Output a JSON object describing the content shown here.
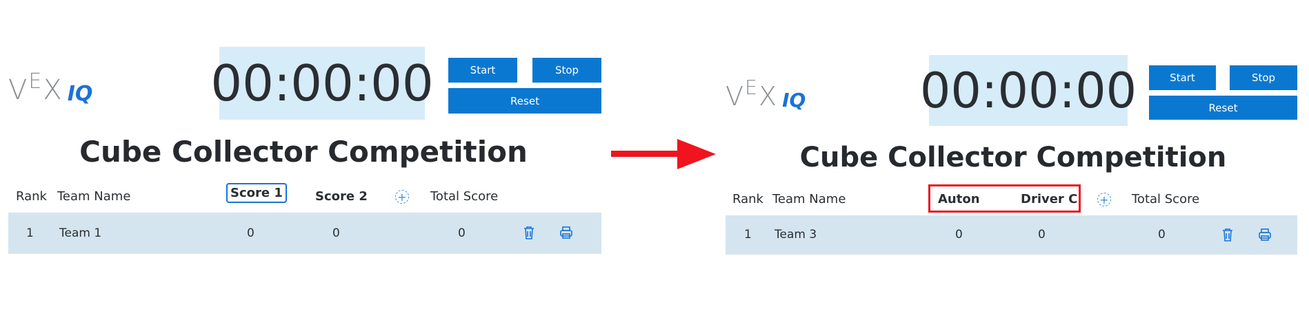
{
  "left": {
    "logo": {
      "vex": "VEX",
      "iq": "IQ"
    },
    "timer": "00:00:00",
    "buttons": {
      "start": "Start",
      "stop": "Stop",
      "reset": "Reset"
    },
    "title": "Cube Collector Competition",
    "columns": {
      "rank": "Rank",
      "team": "Team Name",
      "score1": "Score 1",
      "score2": "Score 2",
      "total": "Total Score"
    },
    "row": {
      "rank": "1",
      "team": "Team 1",
      "score1": "0",
      "score2": "0",
      "total": "0"
    }
  },
  "right": {
    "logo": {
      "vex": "VEX",
      "iq": "IQ"
    },
    "timer": "00:00:00",
    "buttons": {
      "start": "Start",
      "stop": "Stop",
      "reset": "Reset"
    },
    "title": "Cube Collector Competition",
    "columns": {
      "rank": "Rank",
      "team": "Team Name",
      "score1": "Auton",
      "score2": "Driver C",
      "total": "Total Score"
    },
    "row": {
      "rank": "1",
      "team": "Team 3",
      "score1": "0",
      "score2": "0",
      "total": "0"
    }
  },
  "colors": {
    "accent": "#0a78d1",
    "timer_bg": "#d6ecf8",
    "row_bg": "#d4e5ef",
    "highlight": "#e8121c"
  },
  "icons": [
    "plus-circle-icon",
    "trash-icon",
    "print-icon",
    "right-arrow-icon"
  ]
}
